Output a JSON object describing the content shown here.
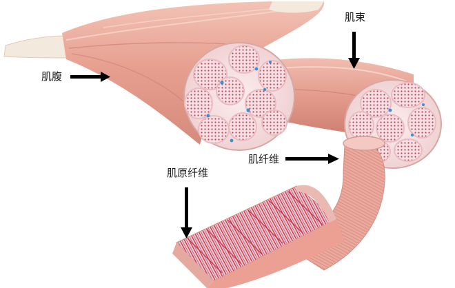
{
  "labels": {
    "muscle_belly": "肌腹",
    "muscle_bundle": "肌束",
    "muscle_fiber": "肌纤维",
    "myofibril": "肌原纤维"
  },
  "colors": {
    "muscle_main": "#e8a393",
    "muscle_light": "#f4c9bc",
    "muscle_dark": "#c9786c",
    "tendon": "#f3e9dc",
    "cross_section": "#f6dfe0",
    "fiber_dot": "#b8465c",
    "capillary": "#3d8fd1",
    "sarcomere_line": "#c8284a",
    "arrow": "#000000"
  }
}
